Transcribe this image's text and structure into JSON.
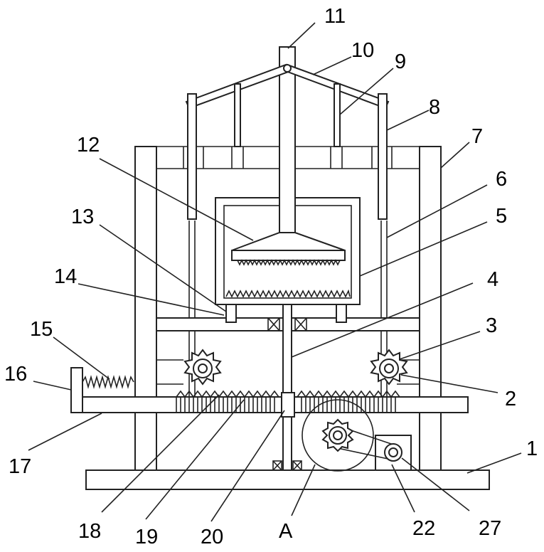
{
  "figure": {
    "labels": {
      "l1": "1",
      "l2": "2",
      "l3": "3",
      "l4": "4",
      "l5": "5",
      "l6": "6",
      "l7": "7",
      "l8": "8",
      "l9": "9",
      "l10": "10",
      "l11": "11",
      "l12": "12",
      "l13": "13",
      "l14": "14",
      "l15": "15",
      "l16": "16",
      "l17": "17",
      "l18": "18",
      "l19": "19",
      "l20": "20",
      "lA": "A",
      "l22": "22",
      "l27": "27"
    }
  }
}
